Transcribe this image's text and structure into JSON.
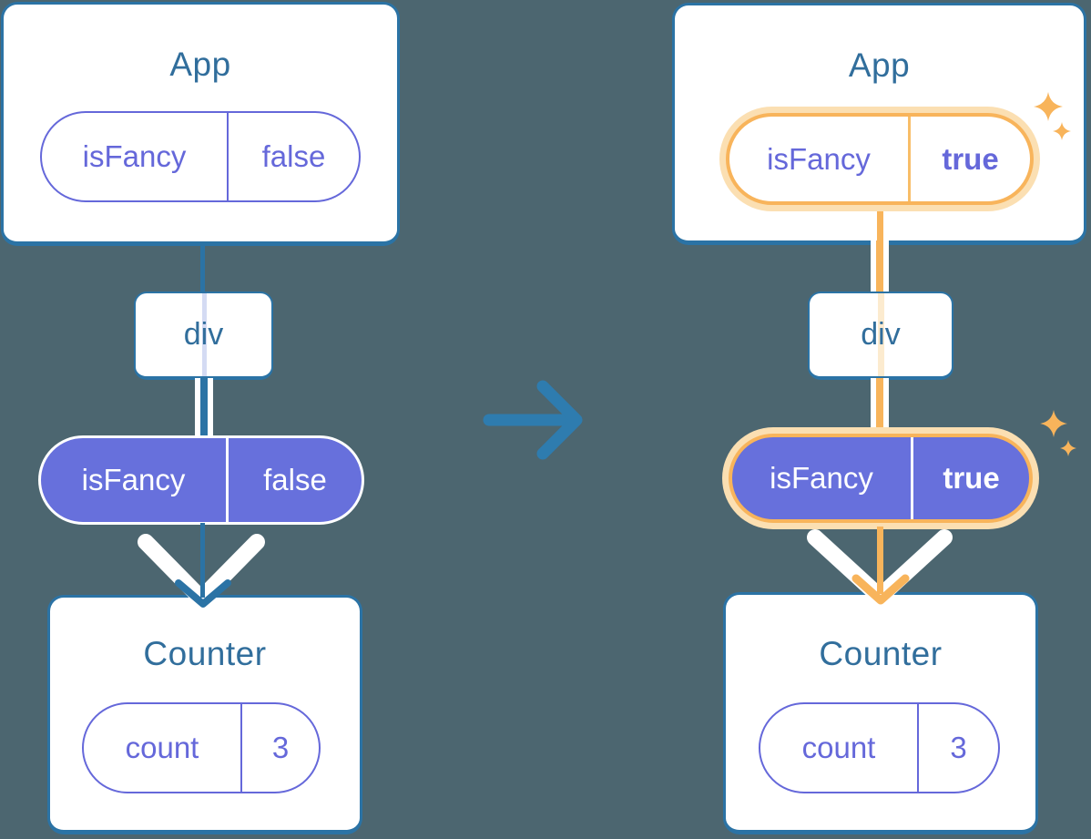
{
  "colors": {
    "bg": "#4C6670",
    "blue": "#2B73A5",
    "arrow-blue": "#2E7CAF",
    "ink": "#316E9C",
    "purple": "#6770DC",
    "purple-text": "#6568DA",
    "lavender": "#D4DBF3",
    "orange": "#F8B45B",
    "orange-pale": "#FBDFB2",
    "orange-faint": "#FCEBCF",
    "orange-divider": "#F8BD68"
  },
  "diagram": {
    "before": {
      "app": {
        "title": "App",
        "prop_name": "isFancy",
        "prop_value": "false"
      },
      "div_label": "div",
      "flow_prop_name": "isFancy",
      "flow_prop_value": "false",
      "counter": {
        "title": "Counter",
        "state_name": "count",
        "state_value": "3"
      }
    },
    "after": {
      "app": {
        "title": "App",
        "prop_name": "isFancy",
        "prop_value": "true"
      },
      "div_label": "div",
      "flow_prop_name": "isFancy",
      "flow_prop_value": "true",
      "counter": {
        "title": "Counter",
        "state_name": "count",
        "state_value": "3"
      }
    }
  }
}
